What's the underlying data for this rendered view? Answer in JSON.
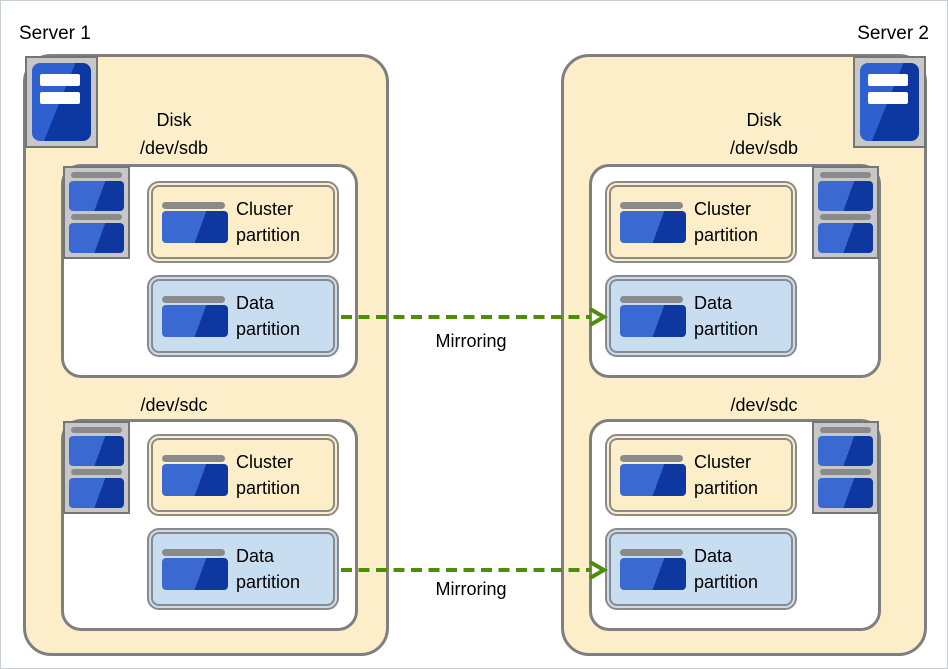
{
  "servers": [
    {
      "label": "Server 1",
      "disks": [
        {
          "title": "Disk\n/dev/sdb",
          "partitions": [
            {
              "label": "Cluster partition"
            },
            {
              "label": "Data partition"
            }
          ]
        },
        {
          "title": "/dev/sdc",
          "partitions": [
            {
              "label": "Cluster partition"
            },
            {
              "label": "Data partition"
            }
          ]
        }
      ]
    },
    {
      "label": "Server 2",
      "disks": [
        {
          "title": "Disk\n/dev/sdb",
          "partitions": [
            {
              "label": "Cluster partition"
            },
            {
              "label": "Data partition"
            }
          ]
        },
        {
          "title": "/dev/sdc",
          "partitions": [
            {
              "label": "Cluster partition"
            },
            {
              "label": "Data partition"
            }
          ]
        }
      ]
    }
  ],
  "mirroring_links": [
    {
      "label": "Mirroring"
    },
    {
      "label": "Mirroring"
    }
  ],
  "icons": {
    "server": "server-tower-icon",
    "disk": "disk-drive-icon",
    "partition": "partition-icon"
  },
  "colors": {
    "server_panel_fill": "#FBEEC8",
    "cluster_partition_fill": "#FBEEC8",
    "data_partition_fill": "#C9DDF1",
    "mirroring_arrow_green": "#4E8C0A",
    "box_border_gray": "#7F7F7F",
    "icon_frame_gray": "#C7C7C7",
    "icon_blue_light": "#3B69D2",
    "icon_blue_dark": "#0E389F"
  }
}
